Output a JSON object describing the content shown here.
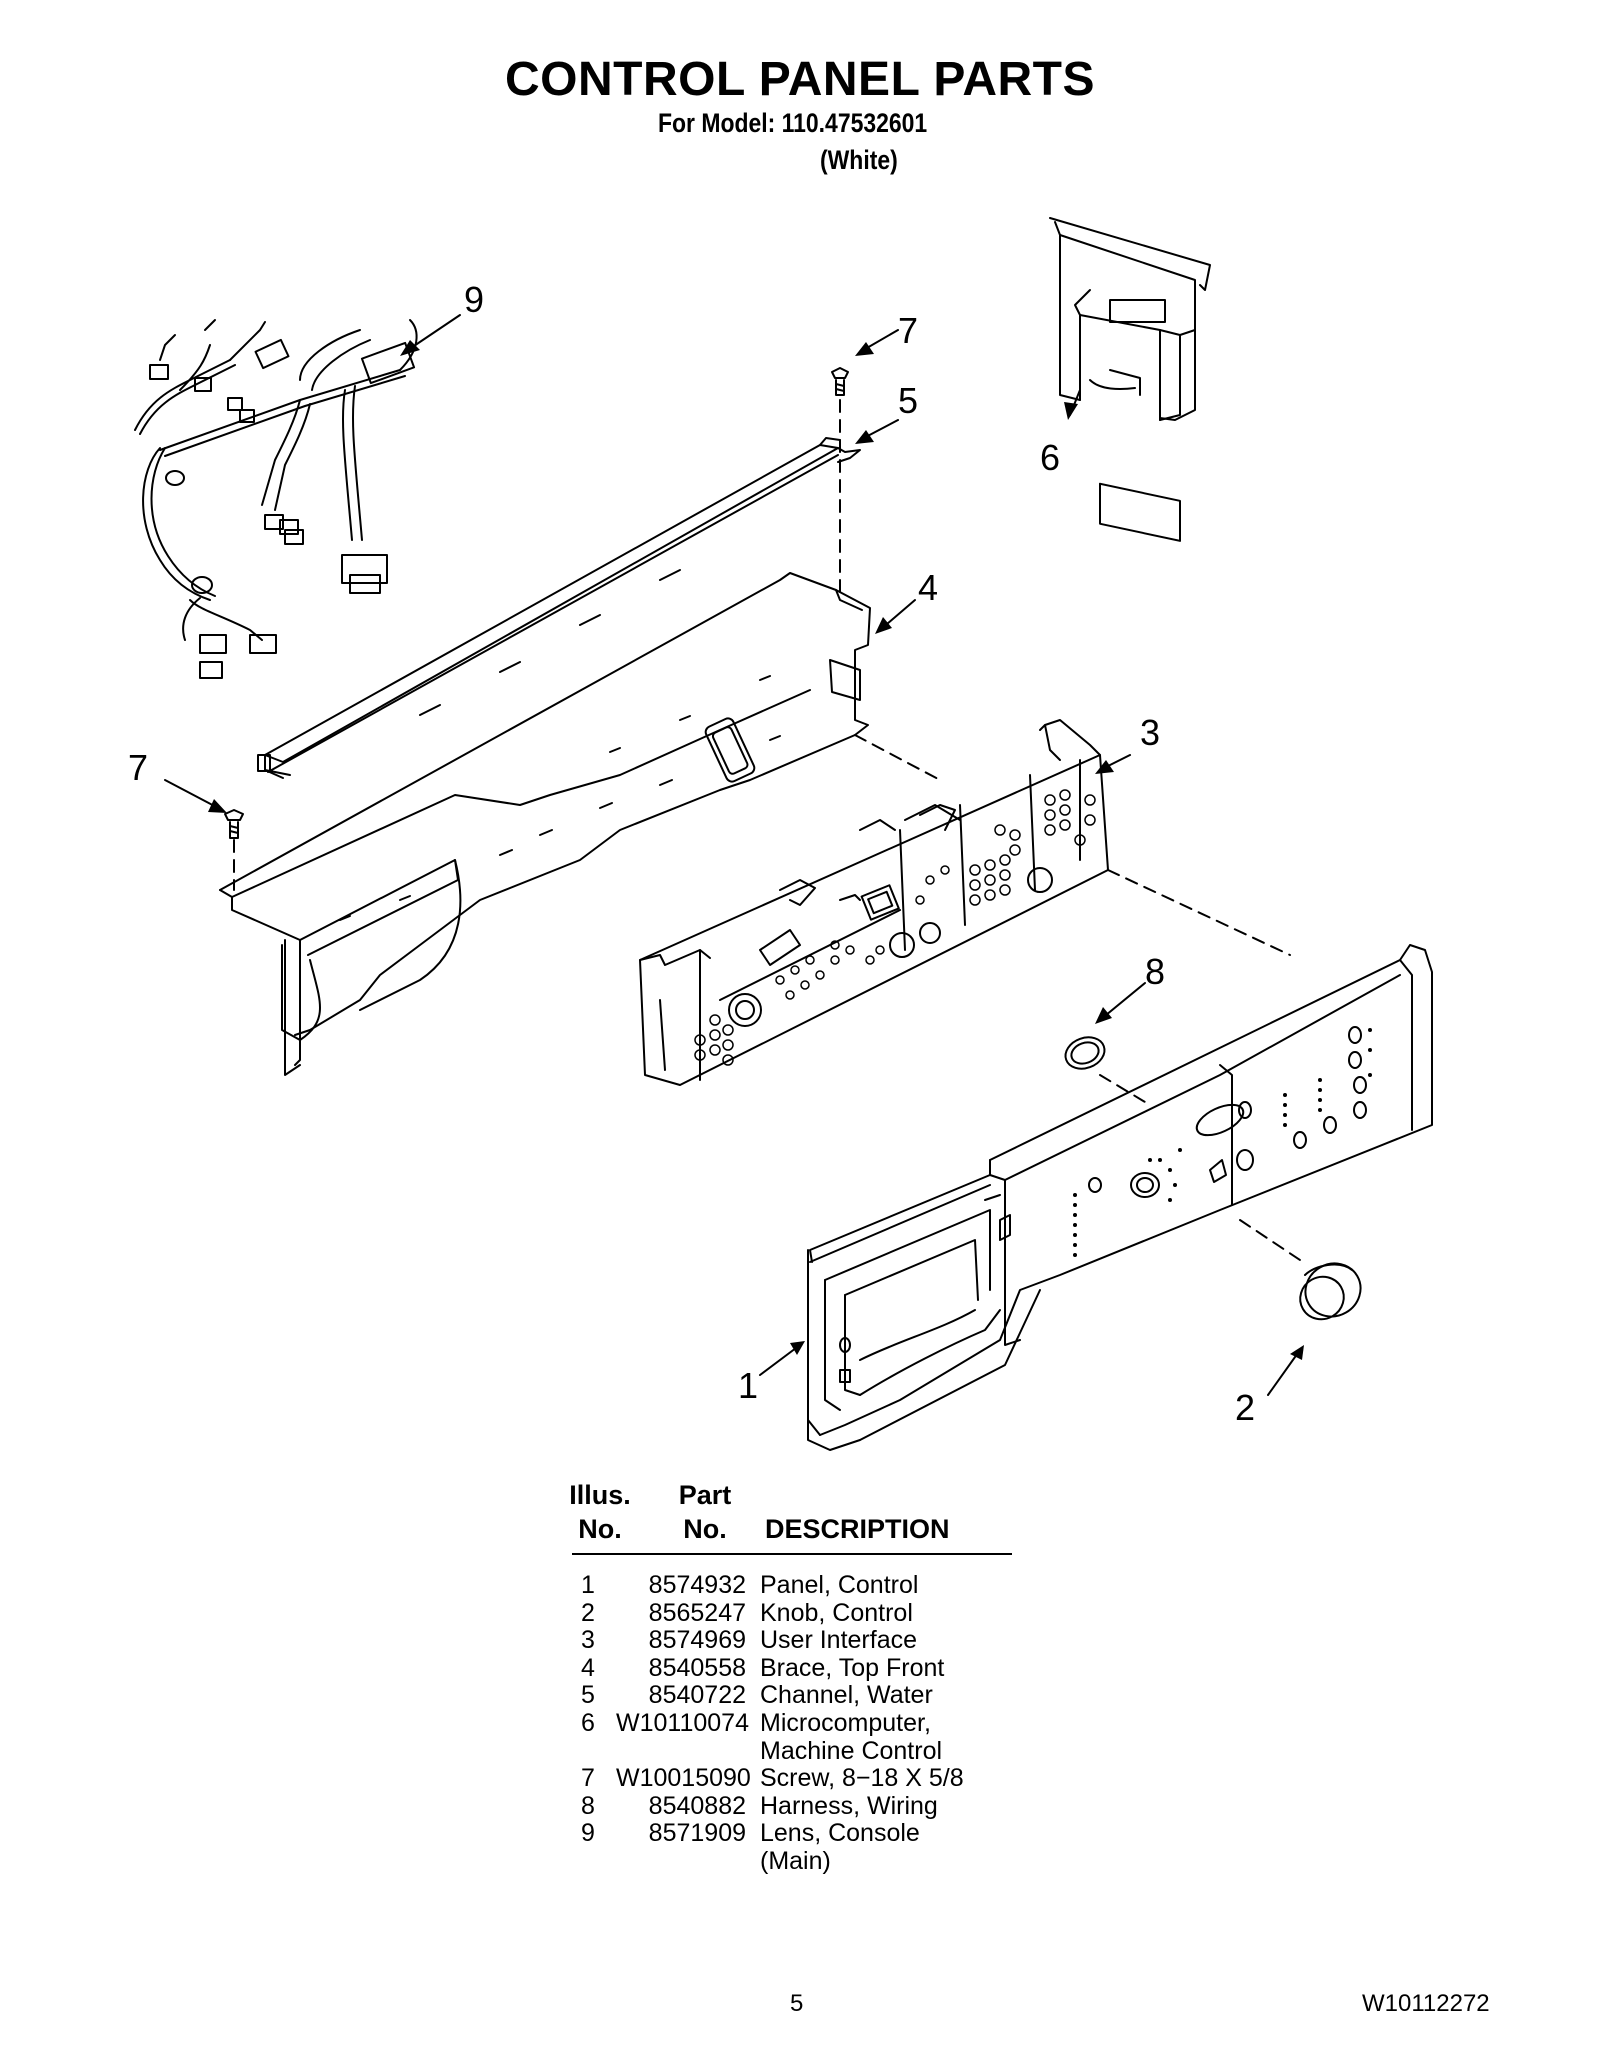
{
  "header": {
    "title": "CONTROL PANEL PARTS",
    "model": "For Model: 110.47532601",
    "color": "(White)"
  },
  "callouts": [
    "1",
    "2",
    "3",
    "4",
    "5",
    "6",
    "7",
    "7",
    "8",
    "9"
  ],
  "table": {
    "headers": {
      "illus_line1": "Illus.",
      "illus_line2": "No.",
      "part_line1": "Part",
      "part_line2": "No.",
      "description": "DESCRIPTION"
    },
    "rows": [
      {
        "no": "1",
        "part": "8574932",
        "desc": "Panel, Control"
      },
      {
        "no": "2",
        "part": "8565247",
        "desc": "Knob, Control"
      },
      {
        "no": "3",
        "part": "8574969",
        "desc": "User Interface"
      },
      {
        "no": "4",
        "part": "8540558",
        "desc": "Brace, Top Front"
      },
      {
        "no": "5",
        "part": "8540722",
        "desc": "Channel, Water"
      },
      {
        "no": "6",
        "part": "W10110074",
        "desc": "Microcomputer,"
      },
      {
        "no": "",
        "part": "",
        "desc": "Machine Control"
      },
      {
        "no": "7",
        "part": "W10015090",
        "desc": "Screw, 8−18 X 5/8"
      },
      {
        "no": "8",
        "part": "8540882",
        "desc": "Harness, Wiring"
      },
      {
        "no": "9",
        "part": "8571909",
        "desc": "Lens, Console"
      },
      {
        "no": "",
        "part": "",
        "desc": "(Main)"
      }
    ]
  },
  "footer": {
    "page": "5",
    "doc_number": "W10112272"
  }
}
